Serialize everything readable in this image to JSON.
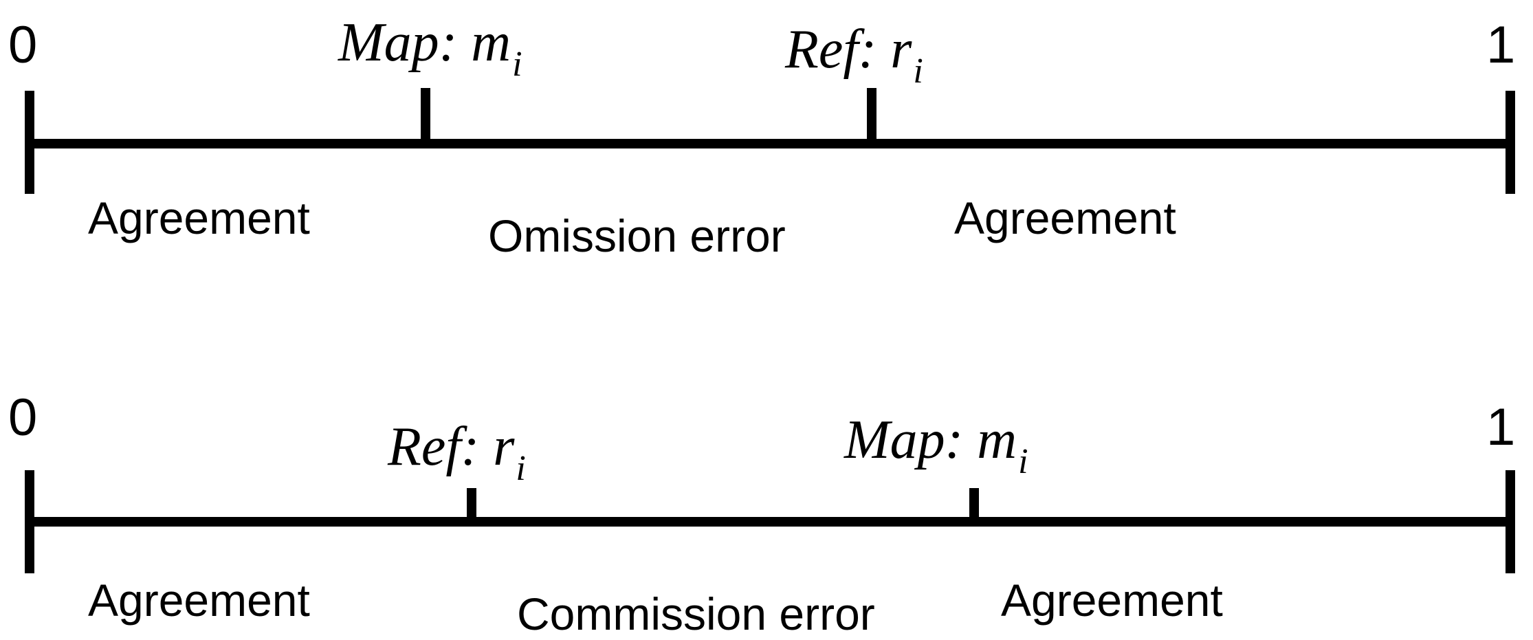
{
  "scale_start": "0",
  "scale_end": "1",
  "top_line": {
    "markers": [
      {
        "prefix": "Map: m",
        "subscript": "i"
      },
      {
        "prefix": "Ref: r",
        "subscript": "i"
      }
    ],
    "regions": [
      "Agreement",
      "Omission error",
      "Agreement"
    ]
  },
  "bottom_line": {
    "markers": [
      {
        "prefix": "Ref: r",
        "subscript": "i"
      },
      {
        "prefix": "Map: m",
        "subscript": "i"
      }
    ],
    "regions": [
      "Agreement",
      "Commission error",
      "Agreement"
    ]
  }
}
